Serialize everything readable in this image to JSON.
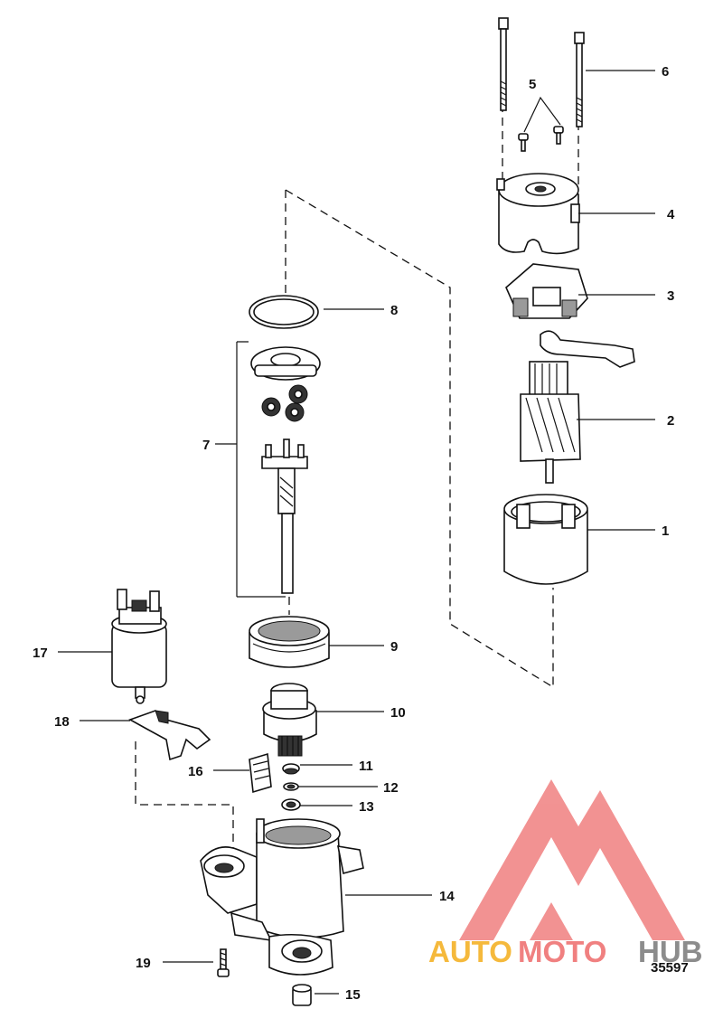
{
  "diagram": {
    "labels": {
      "p1": "1",
      "p2": "2",
      "p3": "3",
      "p4": "4",
      "p5": "5",
      "p6": "6",
      "p7": "7",
      "p8": "8",
      "p9": "9",
      "p10": "10",
      "p11": "11",
      "p12": "12",
      "p13": "13",
      "p14": "14",
      "p15": "15",
      "p16": "16",
      "p17": "17",
      "p18": "18",
      "p19": "19"
    },
    "figure_code": "35597"
  },
  "watermark": {
    "text_a": "AUTO",
    "text_b": "MOTO",
    "text_c": "HUB",
    "colors": {
      "logo": "#f08080",
      "auto": "#f5b93c",
      "moto": "#f08080",
      "hub": "#8c8c8c"
    }
  }
}
